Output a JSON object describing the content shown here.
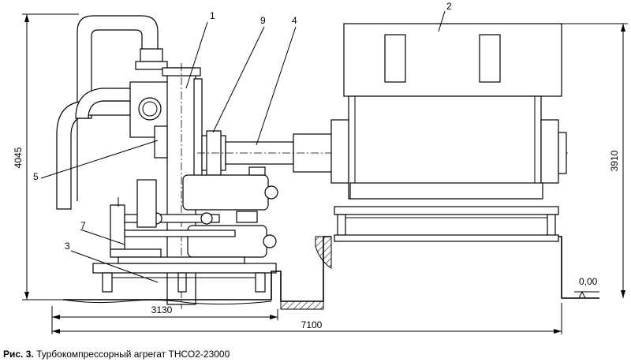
{
  "drawing": {
    "callouts": [
      "1",
      "2",
      "3",
      "4",
      "5",
      "7",
      "9"
    ],
    "dimensions": {
      "left_height": "4045",
      "right_height": "3910",
      "base_width": "3130",
      "total_width": "7100",
      "floor_level": "0,00"
    }
  },
  "caption": {
    "label": "Рис. 3.",
    "text": "Турбокомпрессорный агрегат ТНСО2-23000"
  }
}
